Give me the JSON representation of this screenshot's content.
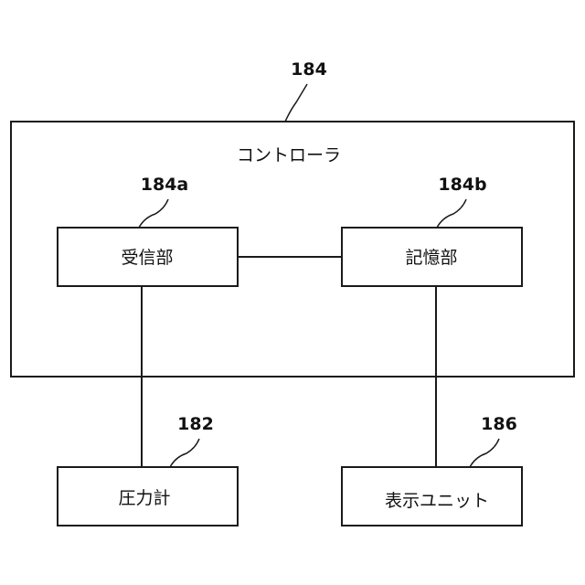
{
  "controller": {
    "label": "コントローラ",
    "ref": "184"
  },
  "receiver": {
    "label": "受信部",
    "ref": "184a"
  },
  "storage": {
    "label": "記憶部",
    "ref": "184b"
  },
  "pressure_gauge": {
    "label": "圧力計",
    "ref": "182"
  },
  "display_unit": {
    "label": "表示ユニット",
    "ref": "186"
  }
}
